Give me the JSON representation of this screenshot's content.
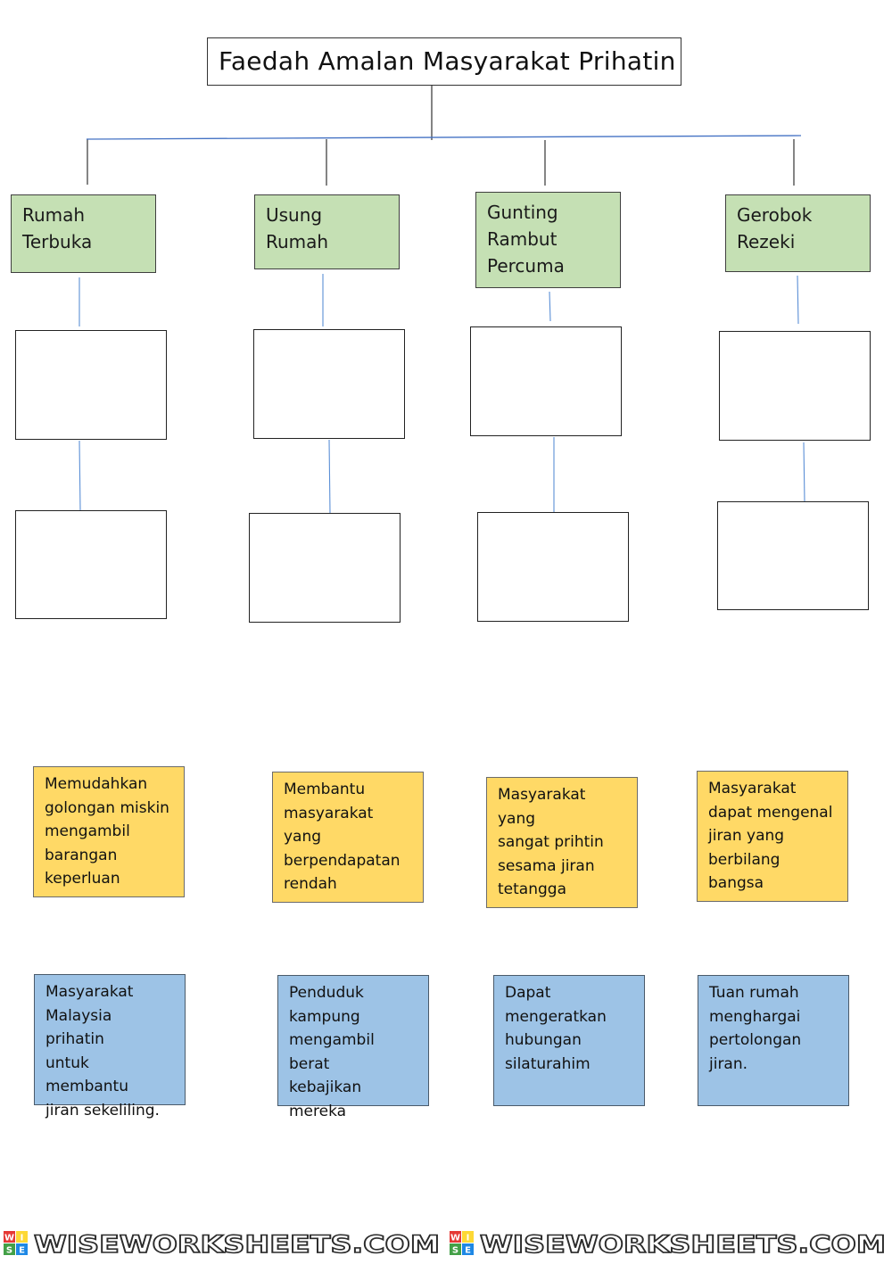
{
  "title": "Faedah Amalan Masyarakat Prihatin",
  "categories": [
    {
      "label": "Rumah\nTerbuka"
    },
    {
      "label": "Usung Rumah"
    },
    {
      "label": "Gunting\nRambut\nPercuma"
    },
    {
      "label": "Gerobok\nRezeki"
    }
  ],
  "yellow_options": [
    "Memudahkan\ngolongan miskin\nmengambil\nbarangan\nkeperluan",
    "Membantu\nmasyarakat yang\nberpendapatan\nrendah",
    "Masyarakat yang\nsangat prihtin\nsesama jiran\ntetangga",
    "Masyarakat\ndapat mengenal\njiran yang\nberbilang bangsa"
  ],
  "blue_options": [
    "Masyarakat\nMalaysia prihatin\nuntuk membantu\njiran sekeliling.",
    "Penduduk\nkampung\nmengambil berat\nkebajikan\nmereka",
    "Dapat\nmengeratkan\nhubungan\nsilaturahim",
    "Tuan rumah\nmenghargai\npertolongan\njiran."
  ],
  "footer": {
    "logo_letters": [
      "W",
      "I",
      "S",
      "E"
    ],
    "text": "WISEWORKSHEETS.COM",
    "colors": [
      "#e53935",
      "#fdd835",
      "#43a047",
      "#1e88e5"
    ]
  }
}
